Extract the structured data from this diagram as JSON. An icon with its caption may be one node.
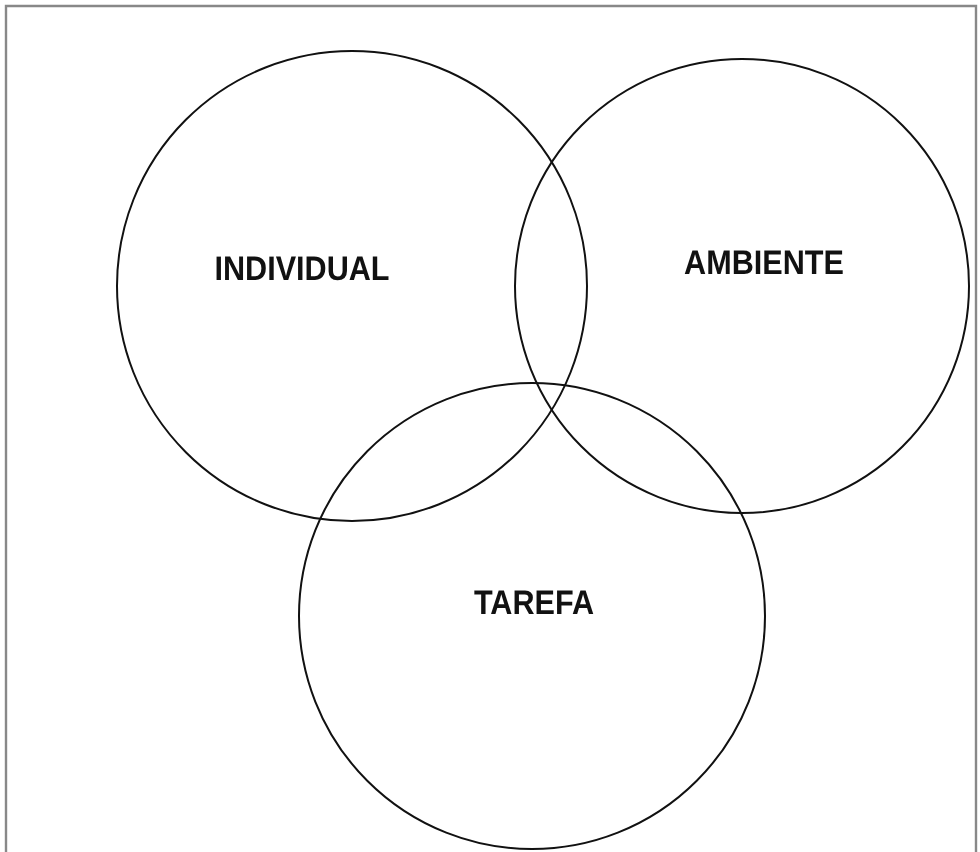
{
  "diagram": {
    "nodes": [
      {
        "text": [
          "INDIVIDUAL"
        ]
      },
      {
        "text": [
          "AMBIENTE"
        ]
      },
      {
        "text": [
          "TAREFA"
        ]
      }
    ]
  }
}
